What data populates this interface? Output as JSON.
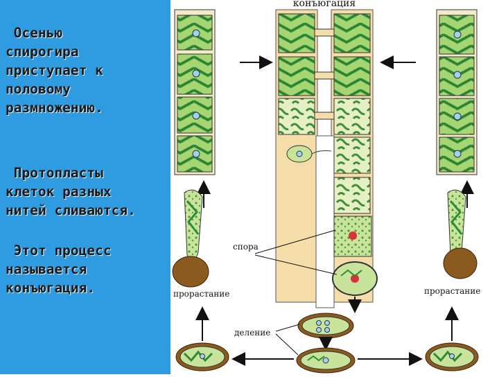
{
  "sidebar": {
    "paragraph_1": " Осенью\nспирогира\nприступает к\nполовому\nразмножению.",
    "paragraph_2": " Протопласты\nклеток разных\nнитей сливаются.",
    "paragraph_3": " Этот процесс\nназывается\nконъюгация."
  },
  "diagram": {
    "title": "конъюгация",
    "label_spore": "спора",
    "label_germination_left": "прорастание",
    "label_germination_right": "прорастание",
    "label_division": "деление"
  },
  "colors": {
    "sidebar_bg": "#2F9BE0",
    "cell_green": "#9ACD6A",
    "chloroplast": "#2E8B3A",
    "conjugation_bg": "#F5DDAA",
    "spore_brown": "#8B5A1E"
  }
}
